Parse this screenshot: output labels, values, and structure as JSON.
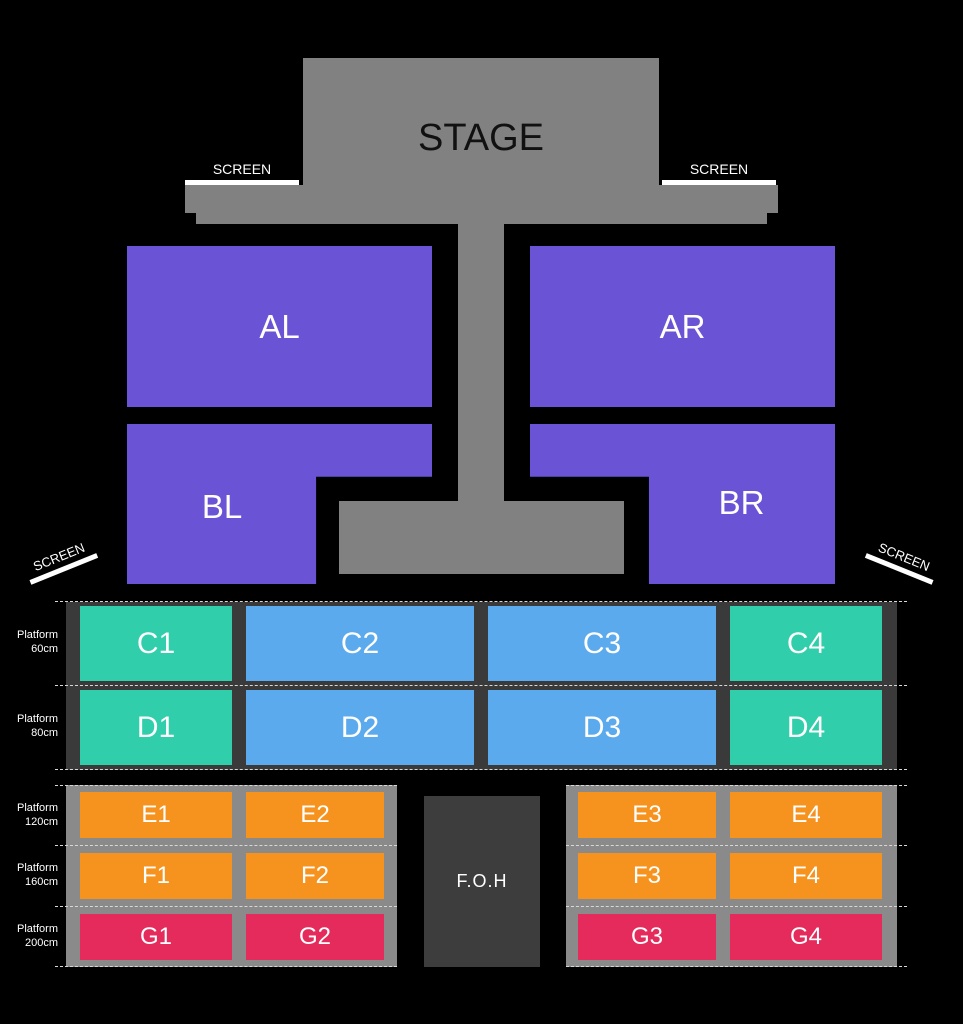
{
  "stage": {
    "label": "STAGE"
  },
  "screens": {
    "top_left": "SCREEN",
    "top_right": "SCREEN",
    "side_left": "SCREEN",
    "side_right": "SCREEN"
  },
  "sections": {
    "AL": "AL",
    "AR": "AR",
    "BL": "BL",
    "BR": "BR",
    "C1": "C1",
    "C2": "C2",
    "C3": "C3",
    "C4": "C4",
    "D1": "D1",
    "D2": "D2",
    "D3": "D3",
    "D4": "D4",
    "E1": "E1",
    "E2": "E2",
    "E3": "E3",
    "E4": "E4",
    "F1": "F1",
    "F2": "F2",
    "F3": "F3",
    "F4": "F4",
    "G1": "G1",
    "G2": "G2",
    "G3": "G3",
    "G4": "G4"
  },
  "platforms": [
    {
      "label": "Platform",
      "height": "60cm"
    },
    {
      "label": "Platform",
      "height": "80cm"
    },
    {
      "label": "Platform",
      "height": "120cm"
    },
    {
      "label": "Platform",
      "height": "160cm"
    },
    {
      "label": "Platform",
      "height": "200cm"
    }
  ],
  "foh": {
    "label": "F.O.H"
  },
  "colors": {
    "stage": "#818181",
    "zone_a_b": "#6b53d6",
    "zone_c_d_side": "#31ceab",
    "zone_c_d_center": "#5caaee",
    "zone_e_f": "#f6921e",
    "zone_g": "#e52b5b"
  }
}
